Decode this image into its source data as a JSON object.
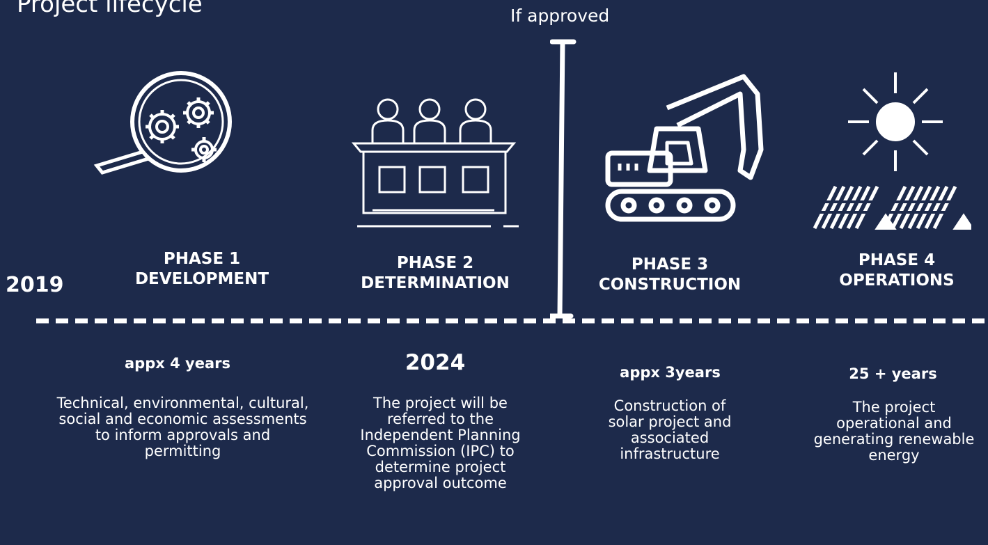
{
  "title": "Project lifecycle",
  "approval_marker": "If approved",
  "start_year": "2019",
  "phases": [
    {
      "number": "PHASE 1",
      "name": "DEVELOPMENT",
      "duration": "appx 4 years",
      "description": "Technical, environmental, cultural, social and economic assessments to inform approvals and permitting",
      "icon": "magnifier-gears-icon"
    },
    {
      "number": "PHASE 2",
      "name": "DETERMINATION",
      "duration": "2024",
      "description": "The project will be referred to the Independent Planning Commission (IPC) to determine project approval outcome",
      "icon": "panel-commission-icon"
    },
    {
      "number": "PHASE 3",
      "name": "CONSTRUCTION",
      "duration": "appx 3years",
      "description": "Construction of solar project and associated infrastructure",
      "icon": "excavator-icon"
    },
    {
      "number": "PHASE 4",
      "name": "OPERATIONS",
      "duration": "25 + years",
      "description": "The project operational and generating renewable energy",
      "icon": "sun-solar-panels-icon"
    }
  ],
  "colors": {
    "background": "#1d2a4b",
    "foreground": "#ffffff"
  }
}
